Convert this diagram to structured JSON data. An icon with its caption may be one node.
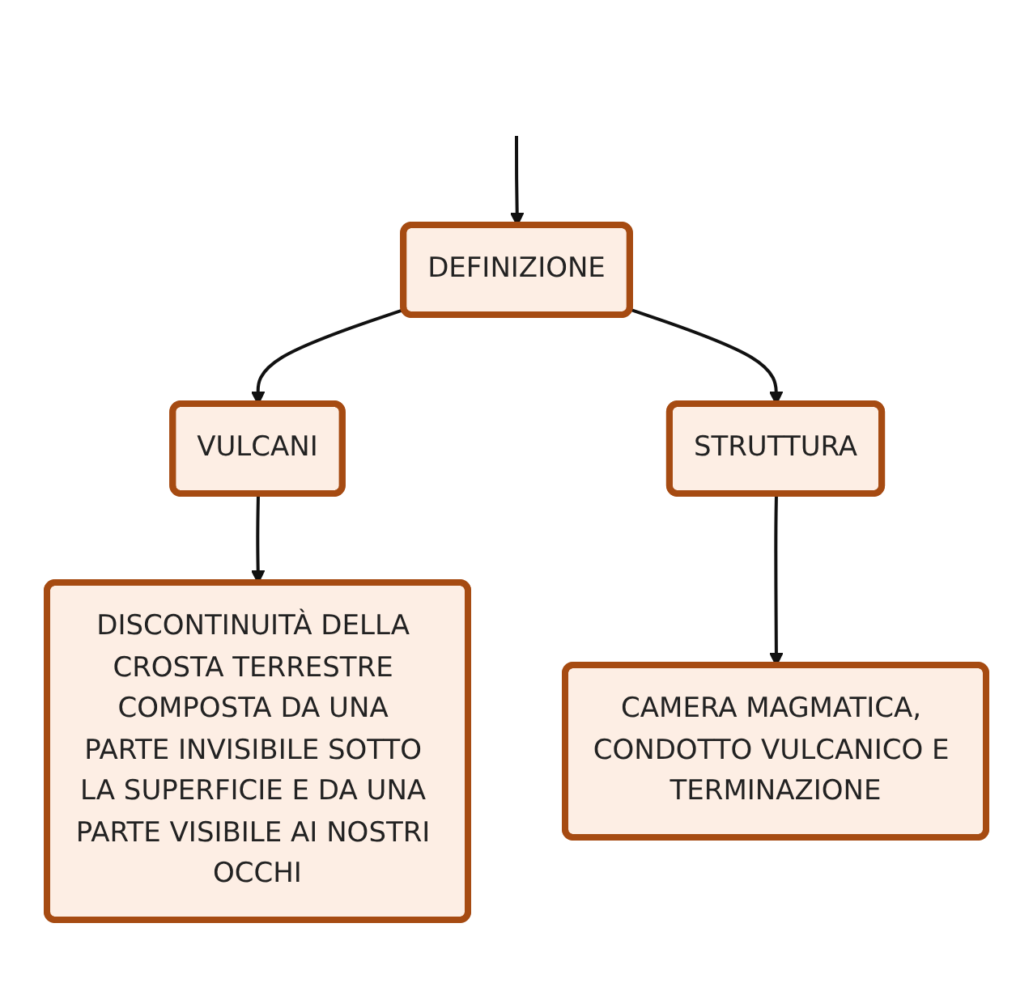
{
  "diagram": {
    "nodes": [
      {
        "text": [
          "DEFINIZIONE"
        ]
      },
      {
        "text": [
          "VULCANI"
        ]
      },
      {
        "text": [
          "STRUTTURA"
        ]
      },
      {
        "text": [
          "DISCONTINUITÀ DELLA CROSTA TERRESTRE COMPOSTA DA UNA PARTE INVISIBILE SOTTO LA SUPERFICIE E DA UNA PARTE VISIBILE AI NOSTRI OCCHI"
        ]
      },
      {
        "text": [
          "CAMERA MAGMATICA, CONDOTTO VULCANICO E TERMINAZIONE"
        ]
      }
    ],
    "edges": [
      {
        "from": null,
        "to": 0,
        "arrow": "to"
      },
      {
        "from": 0,
        "to": 1,
        "arrow": "to"
      },
      {
        "from": 0,
        "to": 2,
        "arrow": "to"
      },
      {
        "from": 1,
        "to": 3,
        "arrow": "to"
      },
      {
        "from": 2,
        "to": 4,
        "arrow": "to"
      }
    ]
  }
}
